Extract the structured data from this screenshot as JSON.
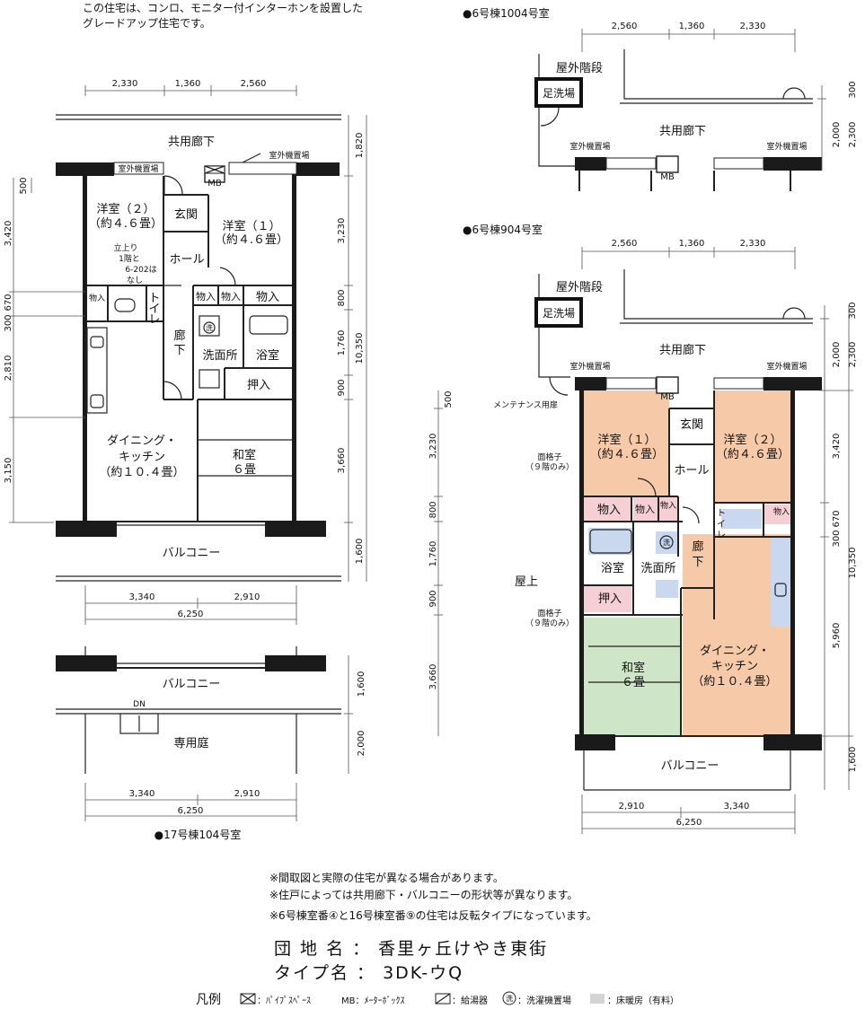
{
  "header_note": [
    "この住宅は、コンロ、モニター付インターホンを設置した",
    "グレードアップ住宅です。"
  ],
  "left_plan": {
    "corridor": "共用廊下",
    "outdoor_unit": "室外機置場",
    "mb": "MB",
    "western2": [
      "洋室（２）",
      "（約４.６畳）"
    ],
    "entrance": "玄関",
    "western1": [
      "洋室（１）",
      "（約４.６畳）"
    ],
    "hall": "ホール",
    "tachiagari": [
      "立上り",
      "1階と",
      "6-202は",
      "なし"
    ],
    "storage_small": "物入",
    "toilet": [
      "ト",
      "イ",
      "レ"
    ],
    "storage": "物入",
    "hallway": [
      "廊",
      "下"
    ],
    "washroom": "洗面所",
    "bathroom": "浴室",
    "closet": "押入",
    "washer_mark": "洗",
    "dk": [
      "ダイニング・",
      "キッチン",
      "（約１０.４畳）"
    ],
    "japanese": [
      "和室",
      "６畳"
    ],
    "balcony": "バルコニー",
    "dims_top": [
      "2,330",
      "1,360",
      "2,560"
    ],
    "dims_right": [
      "1,820",
      "3,230",
      "800",
      "1,760",
      "900",
      "3,660",
      "1,600",
      "10,350"
    ],
    "dims_left": [
      "500",
      "3,420",
      "300",
      "670",
      "2,810",
      "3,150"
    ],
    "dims_bottom": [
      "3,340",
      "2,910",
      "6,250"
    ]
  },
  "garden_plan": {
    "balcony": "バルコニー",
    "dn": "DN",
    "garden": "専用庭",
    "dims_right": [
      "1,600",
      "2,000"
    ],
    "dims_bottom": [
      "3,340",
      "2,910",
      "6,250"
    ],
    "caption": "●17号棟104号室"
  },
  "top_right_plan": {
    "caption": "●6号棟1004号室",
    "stairs": "屋外階段",
    "footwash": "足洗場",
    "corridor": "共用廊下",
    "outdoor_unit": "室外機置場",
    "mb": "MB",
    "dims_top": [
      "2,560",
      "1,360",
      "2,330"
    ],
    "dims_right": [
      "300",
      "2,000",
      "2,300"
    ]
  },
  "right_plan": {
    "caption": "●6号棟904号室",
    "stairs": "屋外階段",
    "footwash": "足洗場",
    "corridor": "共用廊下",
    "outdoor_unit": "室外機置場",
    "maint_door": "メンテナンス用扉",
    "mb": "MB",
    "entrance": "玄関",
    "western1": [
      "洋室（１）",
      "（約４.６畳）"
    ],
    "western2": [
      "洋室（２）",
      "（約４.６畳）"
    ],
    "hall": "ホール",
    "lattice": [
      "面格子",
      "（９階のみ）"
    ],
    "storage": "物入",
    "storage_small": "物入",
    "toilet": [
      "ト",
      "イ",
      "レ"
    ],
    "bathroom": "浴室",
    "washroom": "洗面所",
    "washer_mark": "洗",
    "hallway": [
      "廊",
      "下"
    ],
    "closet": "押入",
    "rooftop": "屋上",
    "japanese": [
      "和室",
      "６畳"
    ],
    "dk": [
      "ダイニング・",
      "キッチン",
      "（約１０.４畳）"
    ],
    "balcony": "バルコニー",
    "dims_top": [
      "2,560",
      "1,360",
      "2,330"
    ],
    "dims_left": [
      "500",
      "3,230",
      "800",
      "1,760",
      "900",
      "3,660"
    ],
    "dims_right": [
      "300",
      "2,000",
      "2,300",
      "3,420",
      "670",
      "300",
      "5,960",
      "1,600",
      "10,350"
    ],
    "dims_bottom": [
      "2,910",
      "3,340",
      "6,250"
    ]
  },
  "notes": [
    "※間取図と実際の住宅が異なる場合があります。",
    "※住戸によっては共用廊下・バルコニーの形状等が異なります。",
    "※6号棟室番④と16号棟室番⑨の住宅は反転タイプになっています。"
  ],
  "info": {
    "estate_label": "団 地 名 ： 香里ヶ丘けやき東街",
    "type_label": "タイプ名 ： 3DK-ウQ"
  },
  "legend": {
    "title": "凡例",
    "items": [
      "：ﾊﾟｲﾌﾟｽﾍﾟｰｽ",
      "MB：ﾒｰﾀｰﾎﾞｯｸｽ",
      "：給湯器",
      "：洗濯機置場",
      "：床暖房（有料）"
    ],
    "washer_mark": "洗"
  },
  "colors": {
    "western_room": "#f6c9a8",
    "storage_pink": "#f6cfd4",
    "japanese_green": "#cfe5c8",
    "wet_blue": "#c9d8ee",
    "floor_heat_gray": "#d4d4d4"
  }
}
